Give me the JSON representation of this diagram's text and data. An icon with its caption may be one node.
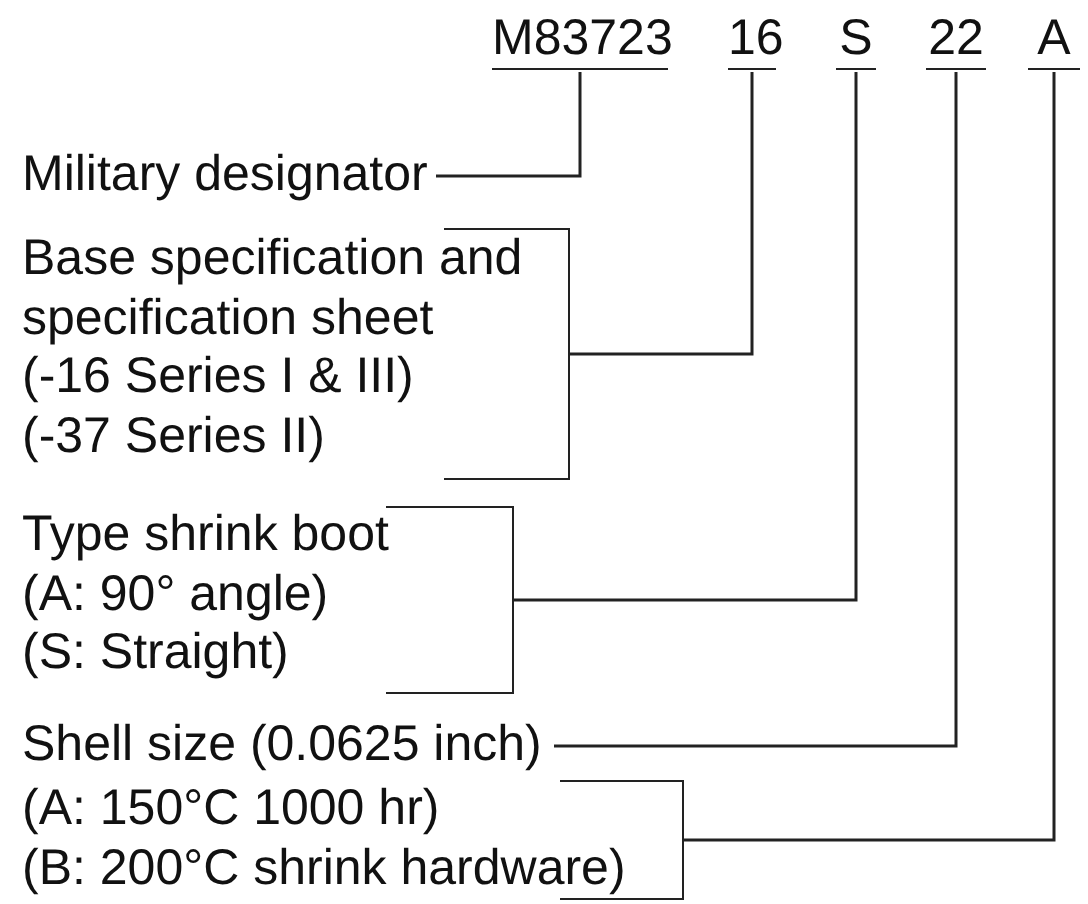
{
  "diagram": {
    "nodes": [
      {
        "text": [
          "M83723"
        ]
      },
      {
        "text": [
          "16"
        ]
      },
      {
        "text": [
          "S"
        ]
      },
      {
        "text": [
          "22"
        ]
      },
      {
        "text": [
          "A"
        ]
      },
      {
        "text": [
          "Military designator"
        ]
      },
      {
        "text": [
          "Base specification and specification sheet",
          "(-16 Series I & III)",
          "(-37 Series II)"
        ]
      },
      {
        "text": [
          "Type shrink boot",
          "(A: 90° angle)",
          "(S: Straight)"
        ]
      },
      {
        "text": [
          "Shell size (0.0625 inch)"
        ]
      },
      {
        "text": [
          "(A: 150°C 1000 hr)",
          "(B: 200°C shrink hardware)"
        ]
      }
    ],
    "edges": [
      {
        "from": 5,
        "to": 0,
        "arrow": "none"
      },
      {
        "from": 6,
        "to": 1,
        "arrow": "none"
      },
      {
        "from": 7,
        "to": 2,
        "arrow": "none"
      },
      {
        "from": 8,
        "to": 3,
        "arrow": "none"
      },
      {
        "from": 9,
        "to": 4,
        "arrow": "none"
      }
    ]
  }
}
